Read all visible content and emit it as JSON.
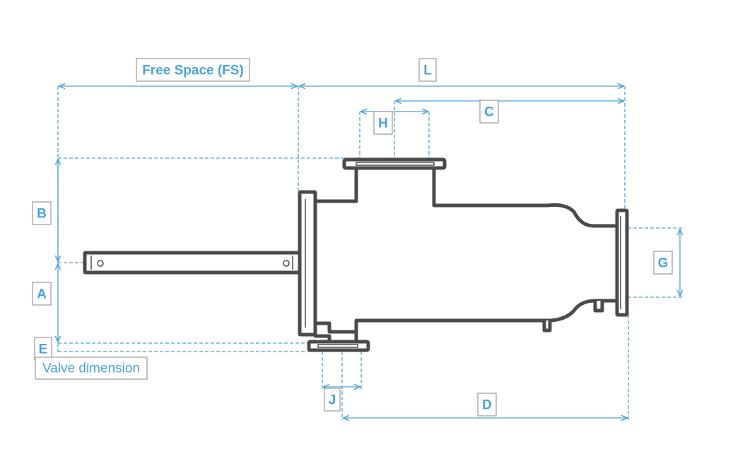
{
  "colors": {
    "dimension": "#4aa3d8",
    "outline": "#4a4a4a",
    "label_box": "#9a9a9a",
    "background": "#ffffff"
  },
  "labels": {
    "free_space": "Free Space (FS)",
    "L": "L",
    "C": "C",
    "H": "H",
    "B": "B",
    "A": "A",
    "E": "E",
    "valve_dimension": "Valve dimension",
    "G": "G",
    "J": "J",
    "D": "D"
  }
}
